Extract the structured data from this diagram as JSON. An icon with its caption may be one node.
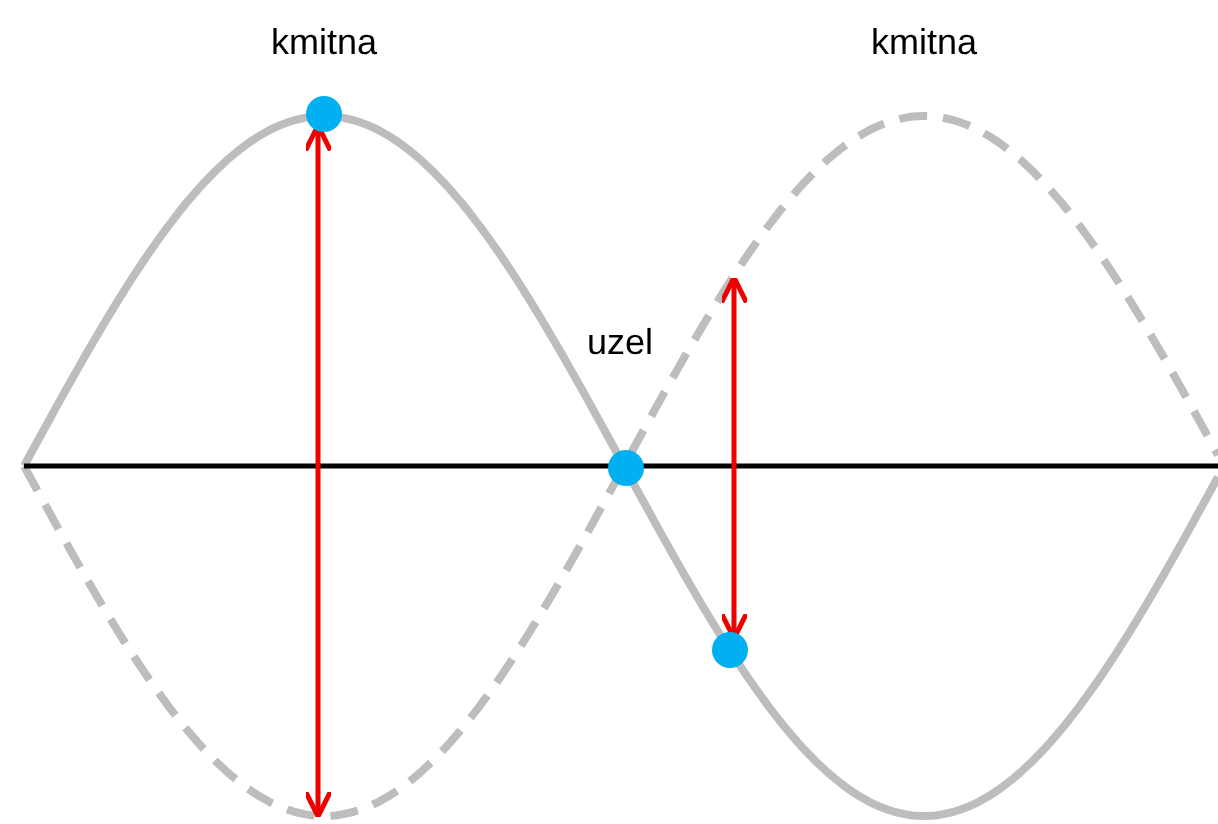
{
  "diagram": {
    "labels": [
      "kmitna",
      "kmitna",
      "uzel"
    ]
  }
}
